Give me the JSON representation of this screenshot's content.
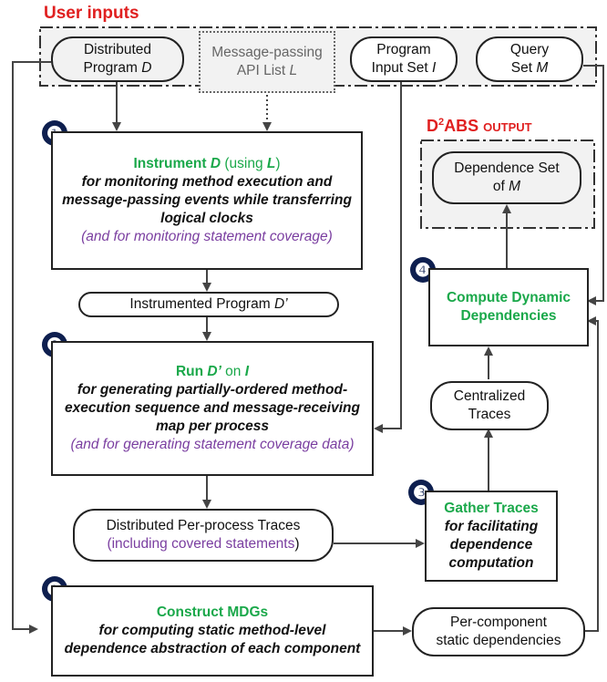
{
  "title_user_inputs": "User inputs",
  "inputs": {
    "distributed_program": {
      "line1": "Distributed",
      "line2": "Program ",
      "var": "D"
    },
    "api_list": {
      "line1": "Message-passing",
      "line2": "API List ",
      "var": "L"
    },
    "program_input": {
      "line1": "Program",
      "line2": "Input Set ",
      "var": "I"
    },
    "query_set": {
      "line1": "Query",
      "line2": "Set ",
      "var": "M"
    }
  },
  "output": {
    "title_prefix": "D",
    "title_sup": "2",
    "title_suffix": "ABS output",
    "dependence_set_line1": "Dependence Set",
    "dependence_set_line2": "of ",
    "dependence_set_var": "M"
  },
  "steps": {
    "instrument": {
      "number": "❶",
      "head_a": "Instrument ",
      "head_var": "D",
      "head_b": " (using ",
      "head_var2": "L",
      "head_c": ")",
      "desc": "for monitoring method execution and message-passing events while transferring logical clocks",
      "extra": "(and for monitoring statement coverage)"
    },
    "instrumented_program": {
      "text": "Instrumented Program ",
      "var": "D’"
    },
    "run": {
      "number": "❷",
      "head_a": "Run ",
      "head_var": "D’",
      "head_b": " on ",
      "head_var2": "I",
      "desc": "for generating partially-ordered method-execution sequence and message-receiving map per process",
      "extra": "(and for generating statement coverage data)"
    },
    "traces": {
      "line1": "Distributed Per-process Traces",
      "line2_a": "(",
      "line2_b": "including covered statements",
      "line2_c": ")"
    },
    "gather": {
      "number": "❸",
      "head": "Gather Traces",
      "desc": "for facilitating dependence computation"
    },
    "centralized": {
      "line1": "Centralized",
      "line2": "Traces"
    },
    "compute": {
      "number": "❹",
      "head": "Compute Dynamic Dependencies"
    },
    "construct": {
      "number": "❶",
      "head": "Construct MDGs",
      "desc": "for computing static method-level dependence abstraction of each component"
    },
    "per_component": {
      "line1": "Per-component",
      "line2": "static dependencies"
    }
  }
}
